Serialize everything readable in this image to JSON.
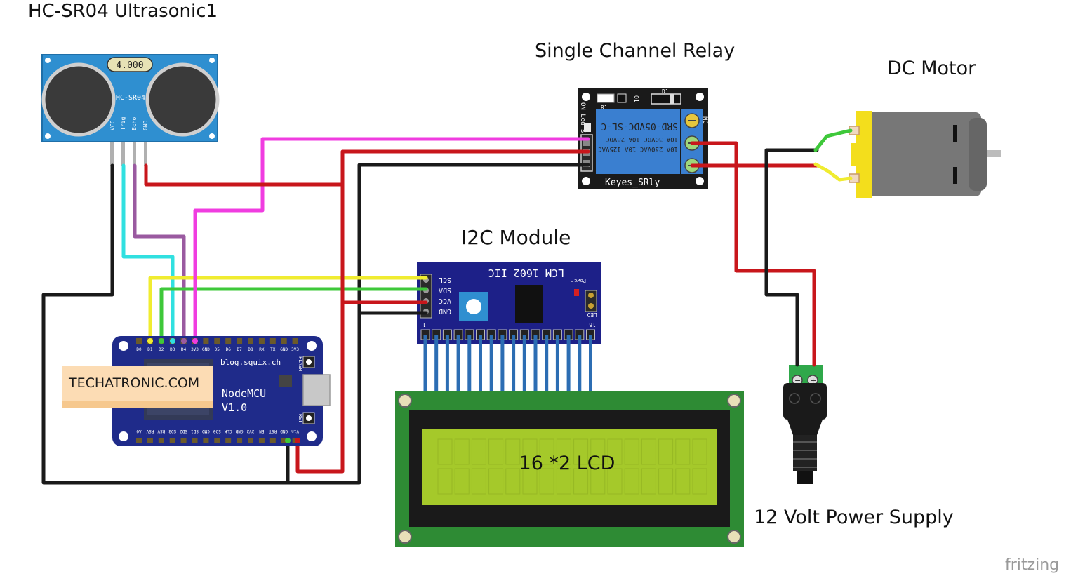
{
  "labels": {
    "sensor": "HC-SR04 Ultrasonic1",
    "relay": "Single Channel Relay",
    "motor": "DC Motor",
    "i2c": "I2C Module",
    "lcd": "16 *2 LCD",
    "power": "12 Volt Power Supply",
    "watermark": "fritzing",
    "brand": "TECHATRONIC.COM"
  },
  "sensor": {
    "display": "4.000",
    "model": "HC-SR04",
    "pins": [
      "VCC",
      "Trig",
      "Echo",
      "GND"
    ]
  },
  "relay": {
    "board_name": "Keyes_SRly",
    "coil_text": "SRD-05VDC-SL-C",
    "ratings": [
      "10A 250VAC 10A 125VAC",
      "10A 30VDC 10A 28VDC"
    ],
    "terminal": "NC",
    "parts": [
      "D1",
      "R1",
      "Q1"
    ],
    "side_text": "ON Led S"
  },
  "i2c": {
    "title": "LCM 1602 IIC",
    "pins": [
      "SCL",
      "SDA",
      "VCC",
      "GND"
    ],
    "power": "Power",
    "led": "LED",
    "pin1": "1",
    "pin16": "16"
  },
  "nodemcu": {
    "site": "blog.squix.ch",
    "name_line1": "NodeMCU",
    "name_line2": "V1.0",
    "flash": "FLASH",
    "rst": "RST",
    "top_pins": [
      "D0",
      "D1",
      "D2",
      "D3",
      "D4",
      "3V3",
      "GND",
      "D5",
      "D6",
      "D7",
      "D8",
      "RX",
      "TX",
      "GND",
      "3V3"
    ],
    "bottom_pins": [
      "A0",
      "RSV",
      "RSV",
      "SD3",
      "SD2",
      "SD1",
      "CMD",
      "SD0",
      "CLK",
      "GND",
      "3V3",
      "EN",
      "RST",
      "GND",
      "Vin"
    ]
  },
  "colors": {
    "red_wire": "#c8161b",
    "black_wire": "#1a1a1a",
    "magenta_wire": "#f03ce0",
    "cyan_wire": "#30e0e0",
    "purple_wire": "#9a5aa0",
    "yellow_wire": "#f0ec30",
    "green_wire": "#3ec83a",
    "sensor_board": "#2f8fd0",
    "relay_board": "#1a1a1a",
    "relay_block": "#3a7fd0",
    "i2c_board": "#1d2088",
    "nodemcu_board": "#1f2b8a",
    "lcd_pcb": "#2e8b34",
    "lcd_screen": "#a5c92a",
    "motor_cap": "#f3de1c",
    "motor_body": "#777777"
  }
}
